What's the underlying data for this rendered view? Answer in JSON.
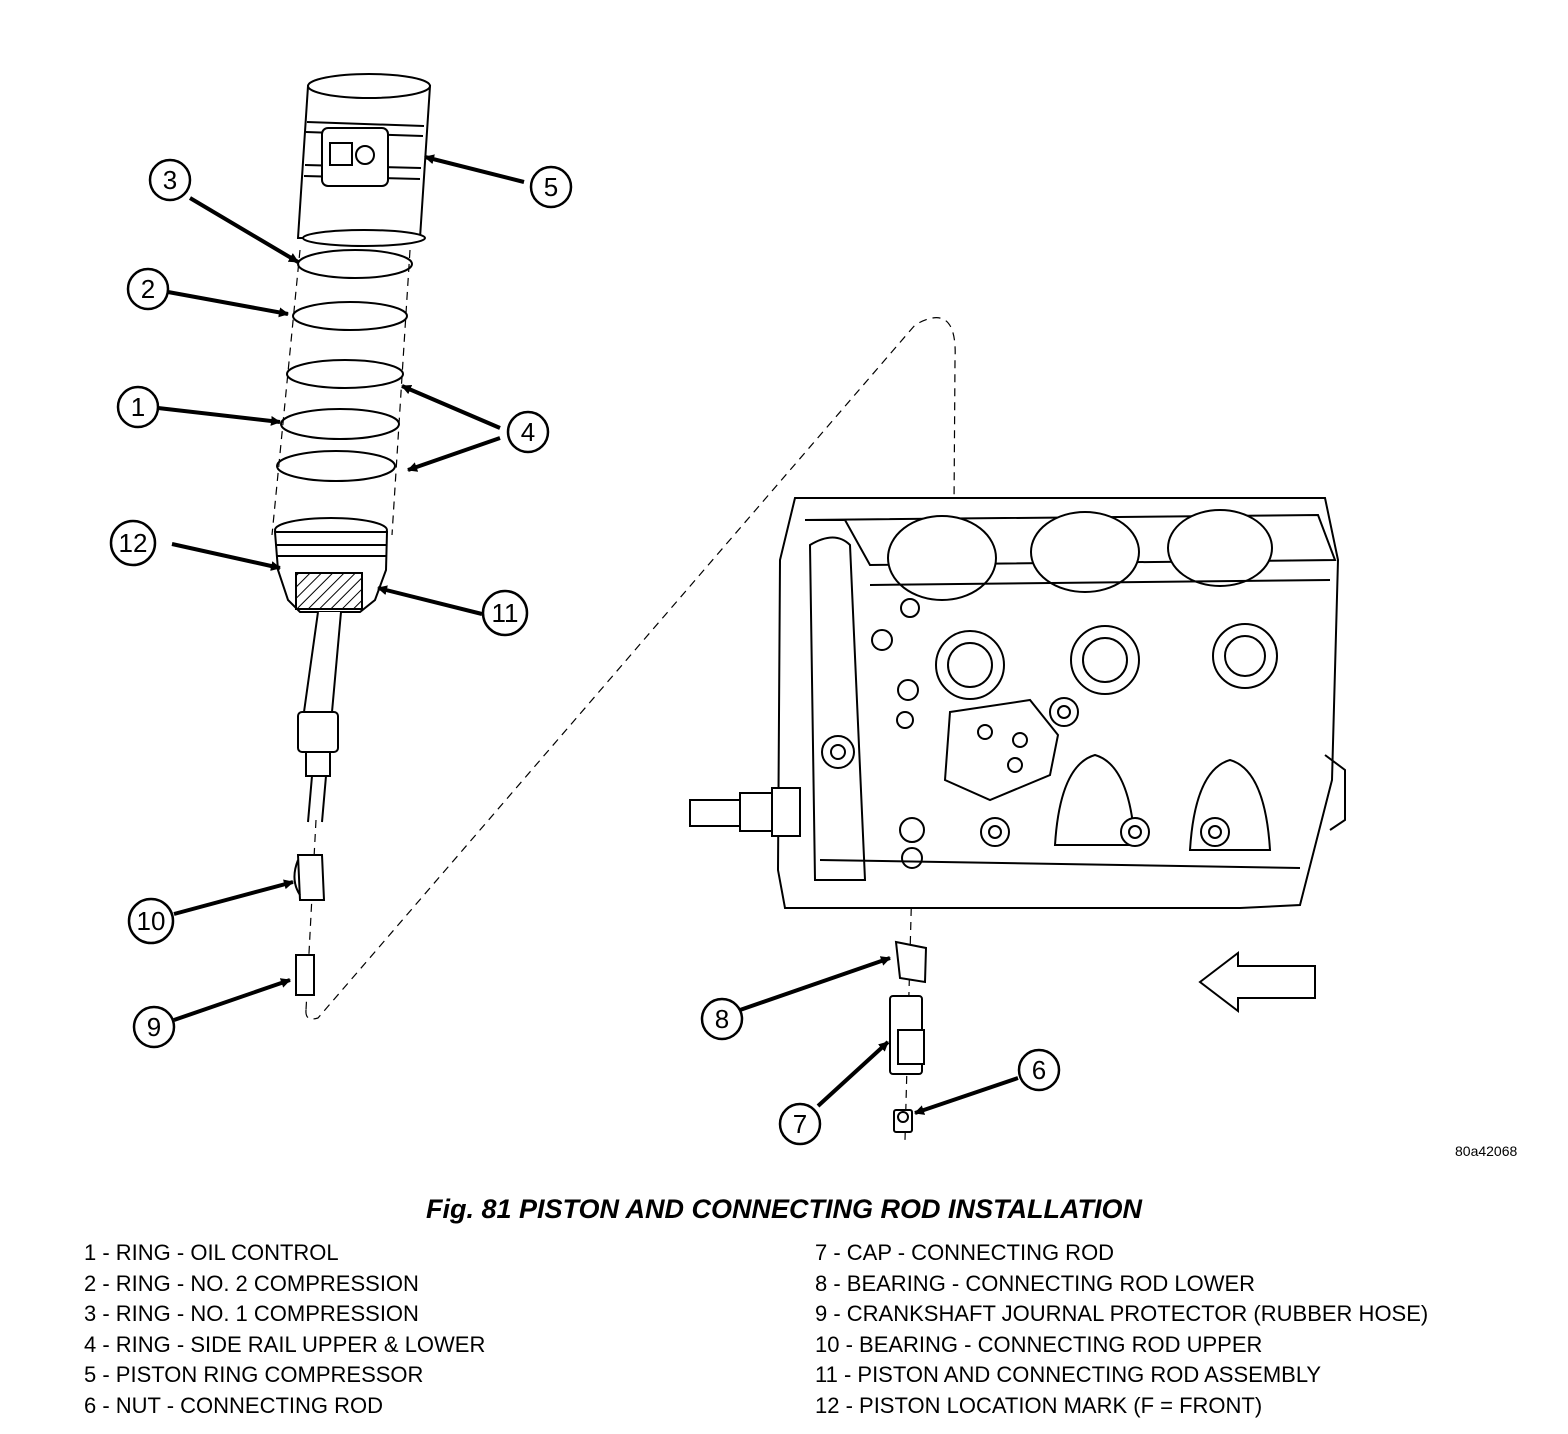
{
  "figure": {
    "reference_code": "80a42068",
    "caption": "Fig. 81 PISTON AND CONNECTING ROD INSTALLATION"
  },
  "callouts": [
    "1",
    "2",
    "3",
    "4",
    "5",
    "6",
    "7",
    "8",
    "9",
    "10",
    "11",
    "12"
  ],
  "legend": {
    "left": [
      "1 - RING - OIL CONTROL",
      "2 - RING - NO. 2 COMPRESSION",
      "3 - RING - NO. 1 COMPRESSION",
      "4 - RING - SIDE RAIL UPPER & LOWER",
      "5 - PISTON RING COMPRESSOR",
      "6 - NUT - CONNECTING ROD"
    ],
    "right": [
      "7 - CAP - CONNECTING ROD",
      "8 - BEARING - CONNECTING ROD LOWER",
      "9 - CRANKSHAFT JOURNAL PROTECTOR (RUBBER HOSE)",
      "10 - BEARING - CONNECTING ROD UPPER",
      "11 - PISTON AND CONNECTING ROD ASSEMBLY",
      "12 - PISTON LOCATION MARK (F = FRONT)"
    ]
  }
}
